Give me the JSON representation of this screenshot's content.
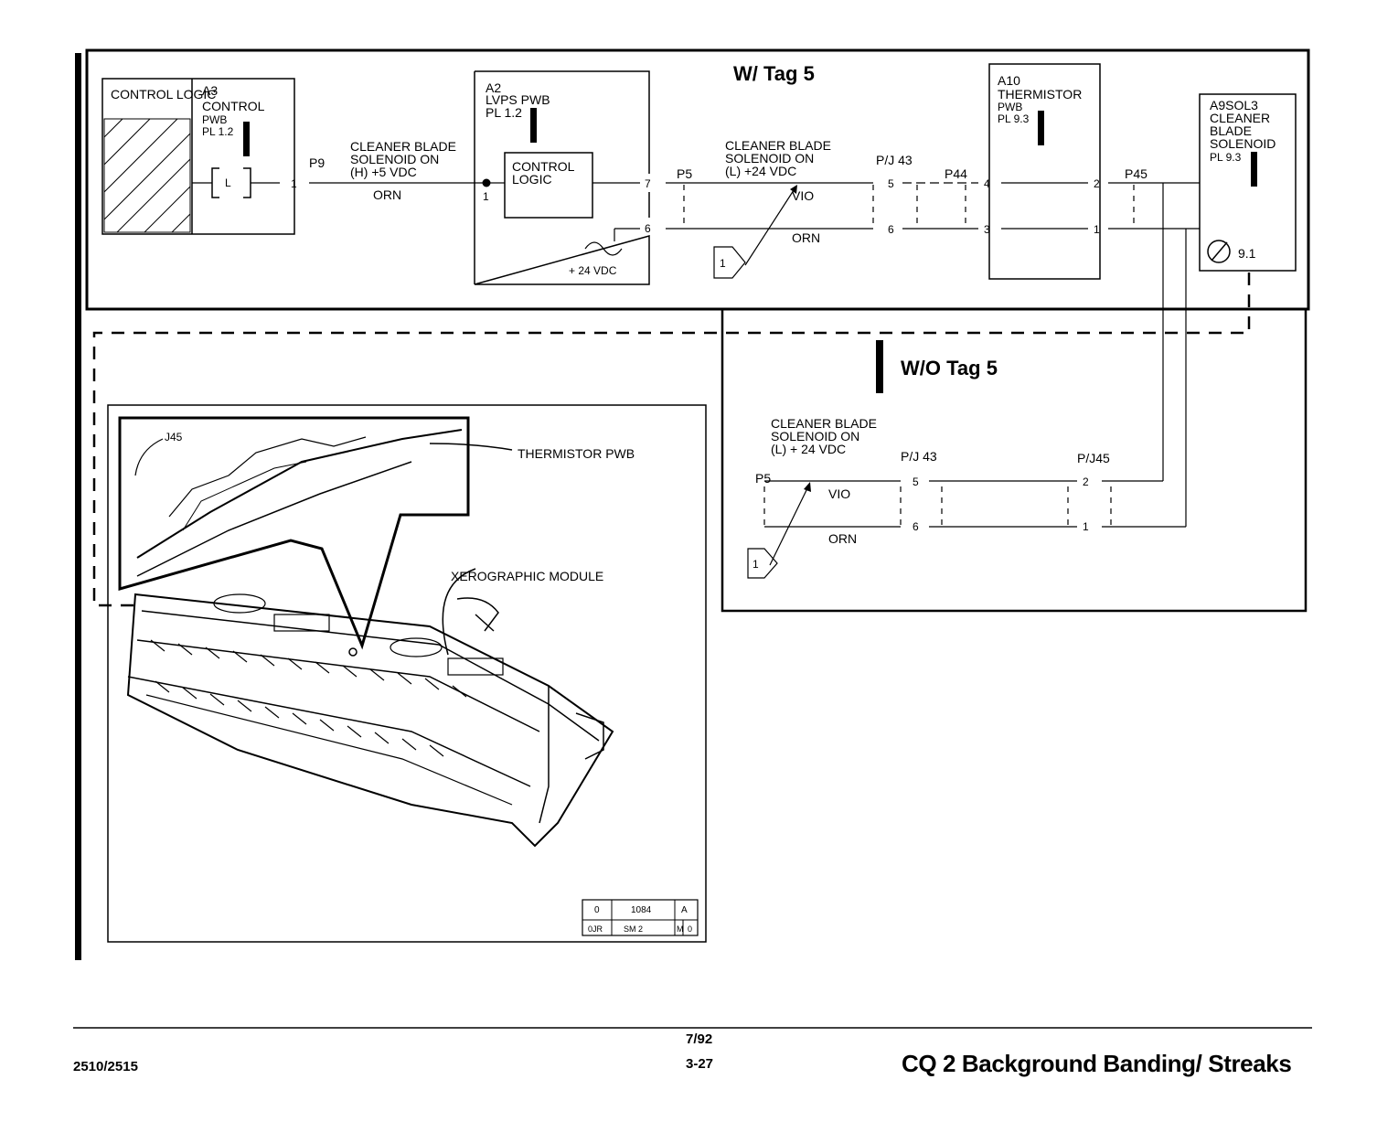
{
  "top_section": {
    "title": "W/ Tag 5",
    "control_logic": "CONTROL LOGIC",
    "a3": {
      "ref": "A3",
      "name": "CONTROL",
      "sub": "PWB",
      "pl": "PL 1.2",
      "symbol": "L"
    },
    "p9": "P9",
    "pin1_a3": "1",
    "signal1": {
      "l1": "CLEANER BLADE",
      "l2": "SOLENOID ON",
      "l3": "(H) +5 VDC",
      "wire": "ORN"
    },
    "a2": {
      "ref": "A2",
      "name": "LVPS PWB",
      "pl": "PL 1.2",
      "inner": "CONTROL LOGIC",
      "pin_in": "1",
      "pin7": "7",
      "pin6": "6",
      "supply": "+ 24 VDC"
    },
    "signal2": {
      "l1": "CLEANER BLADE",
      "l2": "SOLENOID ON",
      "l3": "(L) +24 VDC",
      "wire_top": "VIO",
      "wire_bottom": "ORN"
    },
    "p5": "P5",
    "pj43": "P/J 43",
    "pj43_pin5": "5",
    "pj43_pin6": "6",
    "p44": "P44",
    "a10": {
      "ref": "A10",
      "name": "THERMISTOR",
      "sub": "PWB",
      "pl": "PL 9.3",
      "pin4": "4",
      "pin3": "3",
      "pin2": "2",
      "pin1": "1"
    },
    "p45": "P45",
    "a9": {
      "ref": "A9SOL3",
      "name": "CLEANER",
      "name2": "BLADE",
      "name3": "SOLENOID",
      "pl": "PL 9.3",
      "ref91": "9.1"
    },
    "flag": "1"
  },
  "bottom_section": {
    "title": "W/O Tag 5",
    "signal": {
      "l1": "CLEANER BLADE",
      "l2": "SOLENOID ON",
      "l3": "(L) + 24 VDC",
      "wire_top": "VIO",
      "wire_bottom": "ORN"
    },
    "p5": "P5",
    "pj43": "P/J 43",
    "pj45": "P/J45",
    "pin5": "5",
    "pin6": "6",
    "pin2": "2",
    "pin1": "1",
    "flag": "1"
  },
  "illustration": {
    "callout_j45": "J45",
    "callout_thermistor": "THERMISTOR PWB",
    "callout_module": "XEROGRAPHIC MODULE",
    "id_table": {
      "r1c1": "0",
      "r1c2": "1084",
      "r1c3": "A",
      "r2c1": "0JR",
      "r2c2": "SM 2",
      "r2c3": "M",
      "r2c4": "0"
    }
  },
  "footer": {
    "model": "2510/2515",
    "date": "7/92",
    "page": "3-27",
    "title": "CQ 2 Background Banding/ Streaks"
  }
}
